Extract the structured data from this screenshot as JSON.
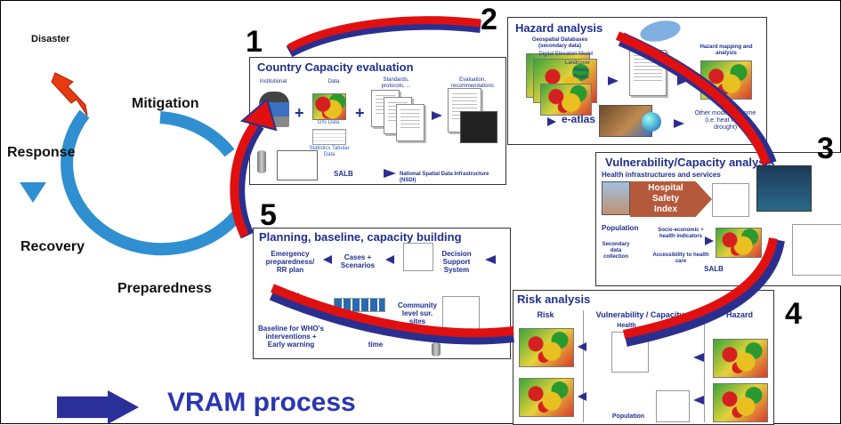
{
  "cycle": {
    "disaster": "Disaster",
    "mitigation": "Mitigation",
    "response": "Response",
    "recovery": "Recovery",
    "preparedness": "Preparedness"
  },
  "steps": [
    "1",
    "2",
    "3",
    "4",
    "5"
  ],
  "panel1": {
    "title": "Country Capacity evaluation",
    "cols": [
      "Institutional",
      "Data",
      "Standards, protocols, ...",
      "Evaluation, recommendations"
    ],
    "gis_data": "GIS Data",
    "stat_data": "Statistics Tabular Data",
    "salb": "SALB",
    "nsdi": "National Spatial Data Infrastructure (NSDI)"
  },
  "panel2": {
    "title": "Hazard analysis",
    "geo_db": "Geospatial Databases (secondary data)",
    "layers": [
      "Digital Elevation Model",
      "Landcover",
      "Rivers",
      "Roads"
    ],
    "mapping": "Hazard mapping and analysis",
    "eatlas": "e-atlas",
    "other_models": "Other models to come (i.e. heat wave drought)"
  },
  "panel3": {
    "title": "Vulnerability/Capacity analysis",
    "health": "Health infrastructures and services",
    "hospital": "Hospital Safety Index",
    "population": "Population",
    "secondary": "Secondary data collection",
    "socio": "Socio-economic + health indicators",
    "access": "Accessibility to health care",
    "salb": "SALB"
  },
  "panel4": {
    "title": "Risk analysis",
    "col_risk": "Risk",
    "col_vuln": "Vulnerability / Capacity",
    "col_hazard": "Hazard",
    "health": "Health",
    "population": "Population"
  },
  "panel5": {
    "title": "Planning, baseline, capacity building",
    "emergency": "Emergency preparedness/ RR plan",
    "cases": "Cases + Scenarios",
    "dss": "Decision Support System",
    "community": "Community level sur. sites",
    "baseline": "Baseline for WHO's interventions + Early warning",
    "time": "time",
    "capacity": "Ca..."
  },
  "legend": {
    "label": "VRAM process"
  },
  "colors": {
    "cycle_blue": "#2f8fd0",
    "arrow_red": "#e01010",
    "arrow_navy": "#2a2f8f",
    "title_blue": "#1f2f8f"
  }
}
